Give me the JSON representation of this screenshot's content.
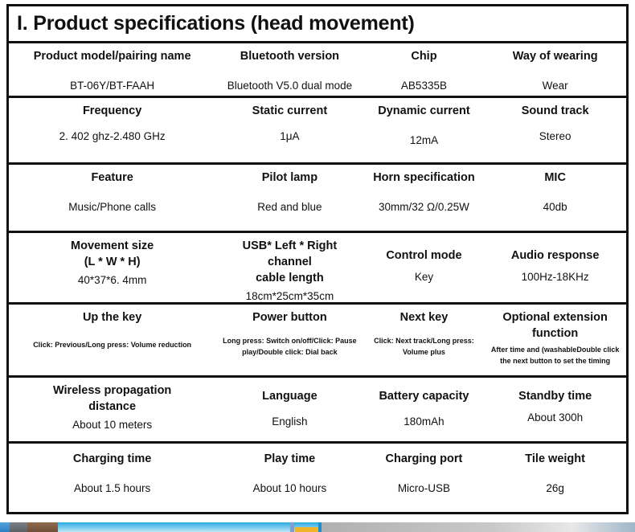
{
  "document": {
    "title": "I. Product specifications (head movement)"
  },
  "table": {
    "rows": [
      {
        "id": "row-model",
        "cells": [
          {
            "header": "Product model/pairing name",
            "value": "BT-06Y/BT-FAAH"
          },
          {
            "header": "Bluetooth version",
            "value": "Bluetooth V5.0 dual mode"
          },
          {
            "header": "Chip",
            "value": "AB5335B"
          },
          {
            "header": "Way of wearing",
            "value": "Wear"
          }
        ]
      },
      {
        "id": "row-frequency",
        "cells": [
          {
            "header": "Frequency",
            "value": "2. 402 ghz-2.480 GHz"
          },
          {
            "header": "Static current",
            "value": "1μA"
          },
          {
            "header": "Dynamic current",
            "value": "12mA"
          },
          {
            "header": "Sound track",
            "value": "Stereo"
          }
        ]
      },
      {
        "id": "row-feature",
        "cells": [
          {
            "header": "Feature",
            "value": "Music/Phone calls"
          },
          {
            "header": "Pilot lamp",
            "value": "Red and blue"
          },
          {
            "header": "Horn specification",
            "value": "30mm/32 Ω/0.25W"
          },
          {
            "header": "MIC",
            "value": "40db"
          }
        ]
      },
      {
        "id": "row-movement",
        "cells": [
          {
            "header": "Movement size",
            "header2": "(L * W * H)",
            "value": "40*37*6. 4mm"
          },
          {
            "header": "USB* Left * Right channel",
            "header2": "cable length",
            "value": "18cm*25cm*35cm"
          },
          {
            "header": "Control mode",
            "value": "Key"
          },
          {
            "header": "Audio response",
            "value": "100Hz-18KHz"
          }
        ]
      },
      {
        "id": "row-keys",
        "cells": [
          {
            "header": "Up the key",
            "value": "Click: Previous/Long press: Volume reduction"
          },
          {
            "header": "Power button",
            "value": "Long press: Switch on/off/Click: Pause",
            "value2": "play/Double click: Dial back"
          },
          {
            "header": "Next key",
            "value": "Click: Next track/Long press:",
            "value2": "Volume plus"
          },
          {
            "header": "Optional extension",
            "header2": "function",
            "value": "After time and (washableDouble click",
            "value2": "the next button to set the timing"
          }
        ]
      },
      {
        "id": "row-wireless",
        "cells": [
          {
            "header": "Wireless propagation",
            "header2": "distance",
            "value": "About 10 meters"
          },
          {
            "header": "Language",
            "value": "English"
          },
          {
            "header": "Battery capacity",
            "value": "180mAh"
          },
          {
            "header": "Standby time",
            "value": "About 300h"
          }
        ]
      },
      {
        "id": "row-charging",
        "cells": [
          {
            "header": "Charging time",
            "value": "About 1.5 hours"
          },
          {
            "header": "Play time",
            "value": "About 10 hours"
          },
          {
            "header": "Charging port",
            "value": "Micro-USB"
          },
          {
            "header": "Tile weight",
            "value": "26g"
          }
        ]
      }
    ]
  },
  "colors": {
    "border": "#111111",
    "text": "#111111",
    "background": "#ffffff",
    "taskbar_base": "#b9b9b9",
    "taskbar_blue": "#29abe2",
    "taskbar_accent": "#f0b429"
  }
}
